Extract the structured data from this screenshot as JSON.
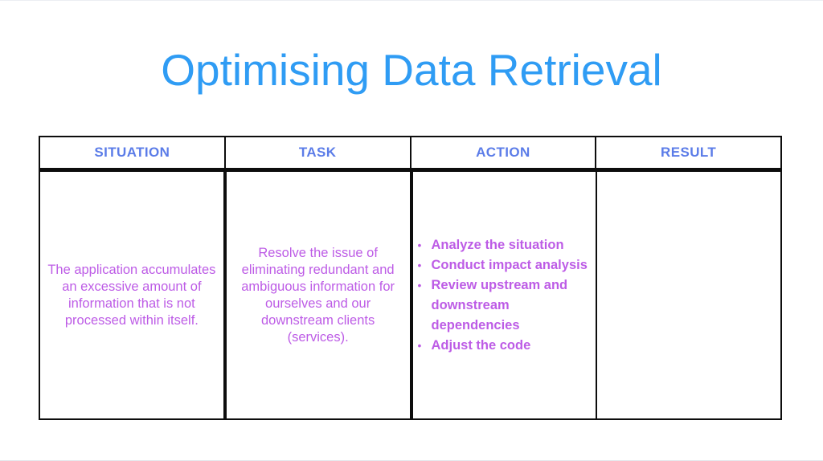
{
  "slide": {
    "title": "Optimising Data Retrieval",
    "colors": {
      "title_blue": "#2f9cf4",
      "header_blue": "#5b7ce8",
      "body_magenta": "#bd5ce6",
      "table_border": "#0d0d0d",
      "background": "#ffffff"
    },
    "table": {
      "headers": [
        "SITUATION",
        "TASK",
        "ACTION",
        "RESULT"
      ],
      "situation": "The application accumulates an excessive amount of information that is not processed within itself.",
      "task": "Resolve the issue of eliminating redundant and ambiguous information for ourselves and our downstream clients (services).",
      "action_items": [
        "Analyze the situation",
        "Conduct impact analysis",
        "Review upstream and downstream dependencies",
        "Adjust the code"
      ],
      "result": "",
      "bullet_icon": "•"
    }
  }
}
